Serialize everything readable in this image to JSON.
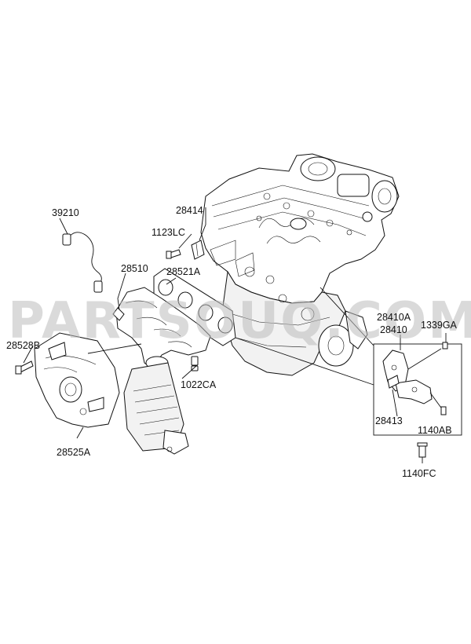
{
  "watermark": "PARTSOUQ.COM",
  "labels": {
    "p39210": "39210",
    "p28414": "28414",
    "p1123LC": "1123LC",
    "p28510": "28510",
    "p28521A": "28521A",
    "p28528B": "28528B",
    "p1022CA": "1022CA",
    "p28525A": "28525A",
    "p28410A": "28410A",
    "p28410": "28410",
    "p1339GA": "1339GA",
    "p28413": "28413",
    "p1140AB": "1140AB",
    "p1140FC": "1140FC"
  }
}
